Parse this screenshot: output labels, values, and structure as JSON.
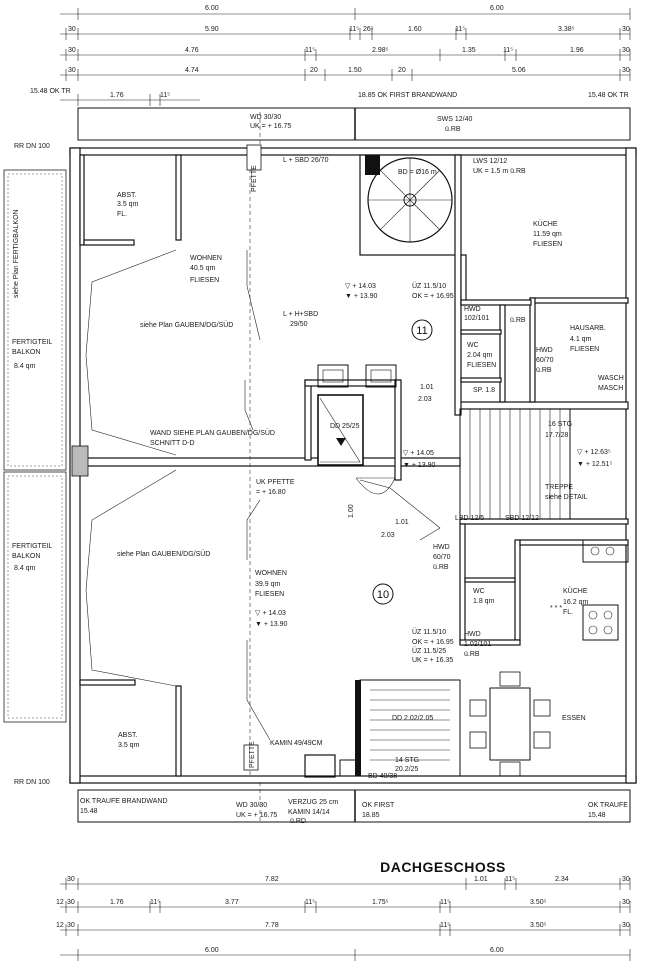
{
  "title": "DACHGESCHOSS",
  "dims_top": {
    "row1": [
      "6.00",
      "6.00"
    ],
    "row2": [
      "30",
      "5.90",
      "11⁵",
      "26⁵",
      "1.60",
      "11⁵",
      "3.38⁵",
      "30"
    ],
    "row3": [
      "30",
      "4.76",
      "11⁵",
      "2.98⁵",
      "1.35",
      "11⁵",
      "1.96",
      "30"
    ],
    "row4": [
      "30",
      "4.74",
      "20",
      "1.50",
      "20",
      "5.06",
      "30"
    ],
    "row5": [
      "1.76",
      "11⁵"
    ]
  },
  "dims_bottom": {
    "row1": [
      "30",
      "7.82",
      "1.01",
      "11⁵",
      "2.34",
      "30"
    ],
    "row2": [
      "12",
      "30",
      "1.76",
      "11⁵",
      "3.77",
      "11⁵",
      "1.75⁵",
      "11⁵",
      "3.50⁵",
      "30"
    ],
    "row3": [
      "12",
      "30",
      "7.78",
      "11⁵",
      "3.50⁵",
      "30"
    ],
    "row4": [
      "6.00",
      "6.00"
    ]
  },
  "top_annotations": {
    "ok_tr_left": "15.48  OK TR",
    "ok_first": "18.85  OK FIRST  BRANDWAND",
    "ok_tr_right": "15.48  OK TR",
    "wd": "WD 30/30",
    "wd_uk": "UK = + 16.75",
    "sws": "SWS 12/40",
    "sws_rb": "ü.RB",
    "rr_dn_top": "RR DN 100",
    "lsbd": "L + SBD 26/70",
    "lws": "LWS 12/12",
    "lws_uk": "UK = 1.5 m ü.RB",
    "bd": "BD = Ø16 m"
  },
  "rooms": {
    "abst_top": {
      "name": "ABST.",
      "area": "3.5 qm",
      "floor": "FL."
    },
    "wohnen_11": {
      "name": "WOHNEN",
      "area": "40.5 qm",
      "floor": "FLIESEN"
    },
    "kueche_top": {
      "name": "KÜCHE",
      "area": "11.59 qm",
      "floor": "FLIESEN"
    },
    "hausarb": {
      "name": "HAUSARB.",
      "area": "4.1 qm",
      "floor": "FLIESEN"
    },
    "wc_top": {
      "name": "WC",
      "area": "2.04 qm",
      "floor": "FLIESEN"
    },
    "balkon_top": {
      "name": "FERTIGTEIL",
      "sub": "BALKON",
      "area": "8.4 qm"
    },
    "balkon_bottom": {
      "name": "FERTIGTEIL",
      "sub": "BALKON",
      "area": "8.4 qm"
    },
    "wohnen_10": {
      "name": "WOHNEN",
      "area": "39.9 qm",
      "floor": "FLIESEN"
    },
    "wc_bottom": {
      "name": "WC",
      "area": "1.8 qm"
    },
    "kueche_bottom": {
      "name": "KÜCHE",
      "area": "16.2 qm",
      "floor": "FL."
    },
    "abst_bottom": {
      "name": "ABST.",
      "area": "3.5 qm"
    },
    "essen": {
      "name": "ESSEN"
    }
  },
  "unit_numbers": {
    "upper": "11",
    "lower": "10"
  },
  "notes": {
    "gauben_top": "siehe Plan GAUBEN/DG/SÜD",
    "gauben_bottom": "siehe Plan GAUBEN/DG/SÜD",
    "wand": "WAND SIEHE PLAN GAUBEN/DG/SÜD",
    "schnitt": "SCHNITT D-D",
    "fertigbalkon": "siehe Plan FERTIGBALKON",
    "pfette_top": "PFETTE",
    "pfette_bottom": "PFETTE",
    "uk_pfette": "UK PFETTE",
    "uk_pfette_val": "= + 16.80",
    "treppe": "TREPPE",
    "treppe_detail": "siehe DETAIL",
    "stg_top": "16  STG",
    "stg_top_ratio": "17.7/28",
    "stg_bottom": "14  STG",
    "stg_bottom_ratio": "20.2/25",
    "dd_top": "DD 25/25",
    "dd_bottom": "DD 2.02/2.05",
    "kamin": "KAMIN 49/49CM",
    "bd_bottom": "BD 40/38",
    "lhsbd": "L + H+SBD",
    "lhsbd_val": "29/50",
    "wasch": "WASCH",
    "masch": "MASCH",
    "lbd": "LBD 12/5",
    "sbd": "SBD 12/12",
    "stars": "* * *"
  },
  "levels": {
    "l1a": "▽ + 14.03",
    "l1b": "▼ + 13.90",
    "l2a": "▽ + 14.05",
    "l2b": "▼ + 13.90",
    "l3a": "▽ + 12.63⁵",
    "l3b": "▼ + 12.51⁵",
    "l4a": "▽ + 14.03",
    "l4b": "▼ + 13.90"
  },
  "openings": {
    "uz_top": "ÜZ 11.5/10",
    "ok_top": "OK = + 16.95",
    "hwd_top": "HWD",
    "hwd_top_sz": "102/101",
    "hwd_top_rb": "ü.RB",
    "hwd_mid": "HWD",
    "hwd_mid_sz": "60/70",
    "hwd_mid_rb": "ü.RB",
    "hwd_lo": "HWD",
    "hwd_lo_sz": "60/70",
    "hwd_lo_rb": "ü.RB",
    "uz_b1": "ÜZ 11.5/10",
    "uz_b1_ok": "OK = + 16.95",
    "uz_b2": "ÜZ 11.5/25",
    "uz_b2_uk": "UK = + 16.35",
    "hwd_b": "HWD",
    "hwd_b_sz": "1.02/101",
    "hwd_b_rb": "ü.RB",
    "sp_18": "SP. 1.8",
    "w_101": "1.01",
    "w_203": "2.03",
    "w_101b": "1.01",
    "w_203b": "2.03",
    "w_100": "1.00"
  },
  "bottom_annotations": {
    "ok_traufe_left": "OK TRAUFE  BRANDWAND",
    "ok_traufe_left_val": "15.48",
    "wd": "WD 30/30",
    "wd_uk": "UK = + 16.75",
    "verzug": "VERZUG 25 cm",
    "kamin": "KAMIN 14/14",
    "kamin_rb": "ü.RD",
    "ok_first": "OK FIRST",
    "ok_first_val": "18.85",
    "ok_traufe_right": "OK TRAUFE",
    "ok_traufe_right_val": "15.48",
    "rr_dn_bottom": "RR DN 100"
  }
}
